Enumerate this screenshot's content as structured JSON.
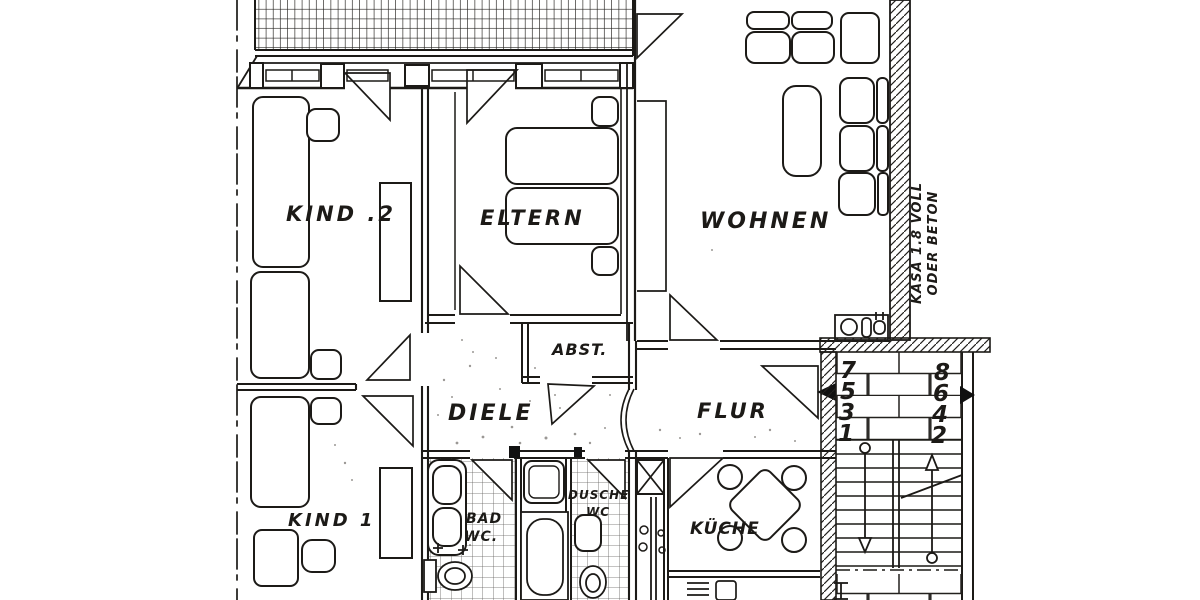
{
  "document": {
    "type": "apartment floor plan scan",
    "colors": {
      "ink": "#1c1a17",
      "paper": "#ffffff"
    }
  },
  "labels": {
    "kind2": "KIND .2",
    "eltern": "ELTERN",
    "wohnen": "WOHNEN",
    "abst": "ABST.",
    "diele": "DIELE",
    "flur": "FLUR",
    "kind1": "KIND 1",
    "bad1": "BAD",
    "bad2": "WC.",
    "dusche1": "DUSCHE",
    "dusche2": "WC",
    "kueche": "KÜCHE",
    "note1": "KASA 1.8 VOLL",
    "note2": "ODER BETON"
  },
  "stairs": {
    "left": [
      "7",
      "5",
      "3",
      "1"
    ],
    "right": [
      "8",
      "6",
      "4",
      "2"
    ]
  }
}
